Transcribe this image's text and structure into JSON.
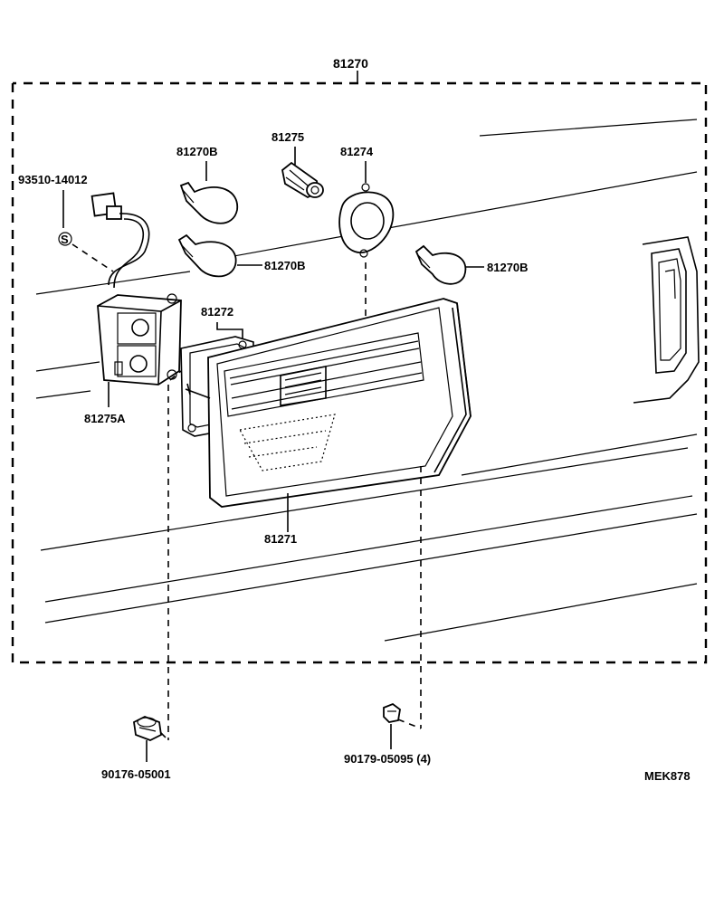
{
  "diagram": {
    "assembly_label": "81270",
    "part_labels": {
      "bulb_top": "81270B",
      "bulb_middle": "81270B",
      "bulb_right": "81270B",
      "socket": "81275",
      "gasket_ring": "81274",
      "harness": "93510-14012",
      "socket_housing": "81275A",
      "lens_gasket": "81272",
      "lens_assembly": "81271",
      "nut_left": "90176-05001",
      "screw_right": "90179-05095 (4)"
    },
    "marker_symbol": "S",
    "diagram_code": "MEK878"
  }
}
